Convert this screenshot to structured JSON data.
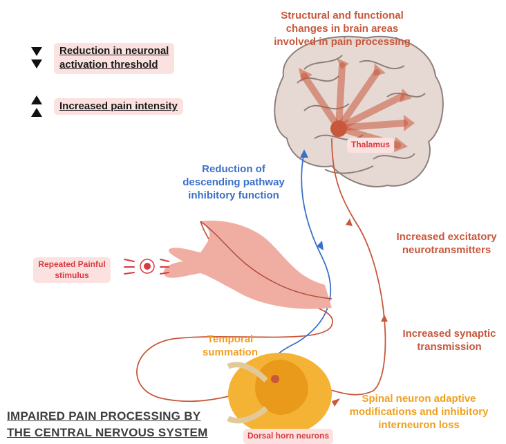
{
  "legend": {
    "items": [
      {
        "label_lines": [
          "Reduction in neuronal",
          "activation threshold"
        ],
        "direction": "down"
      },
      {
        "label_lines": [
          "Increased pain intensity"
        ],
        "direction": "up"
      }
    ]
  },
  "labels": {
    "brain_changes": [
      "Structural and functional",
      "changes in brain areas",
      "involved in pain processing"
    ],
    "thalamus": "Thalamus",
    "descending": [
      "Reduction of",
      "descending pathway",
      "inhibitory function"
    ],
    "excitatory": [
      "Increased excitatory",
      "neurotransmitters"
    ],
    "synaptic": [
      "Increased synaptic",
      "transmission"
    ],
    "temporal": [
      "Temporal",
      "summation"
    ],
    "spinal": [
      "Spinal neuron adaptive",
      "modifications and inhibitory",
      "interneuron loss"
    ],
    "stimulus": [
      "Repeated Painful",
      "stimulus"
    ],
    "dorsal": "Dorsal horn neurons"
  },
  "title": {
    "line1": "IMPAIRED PAIN PROCESSING BY",
    "line2": "THE CENTRAL NERVOUS SYSTEM"
  },
  "colors": {
    "pathway": "#c8573c",
    "descending": "#3a6fc9",
    "spinal": "#f0a020",
    "stimulus": "#d83a3f",
    "brain": "#e6d9d4",
    "arm": "#f0aea3",
    "title": "#3c3c3c"
  }
}
